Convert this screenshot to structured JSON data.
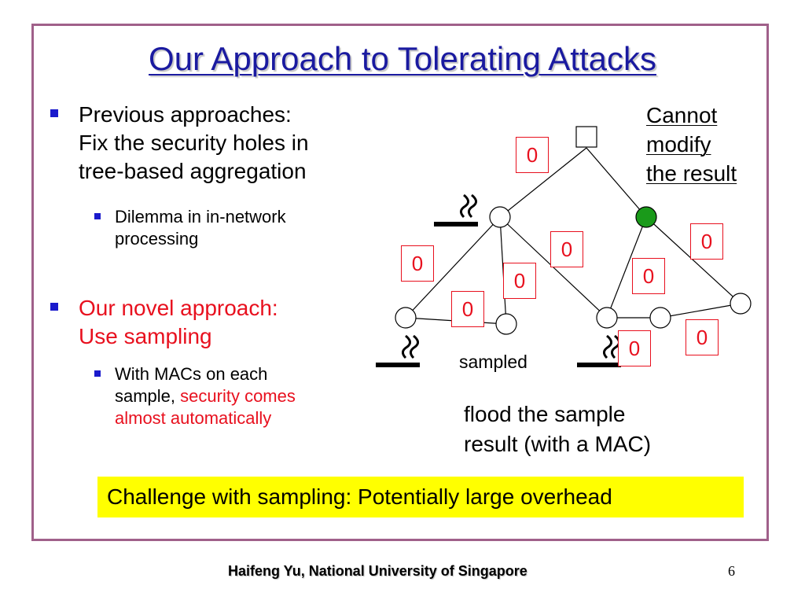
{
  "title": "Our Approach to Tolerating Attacks",
  "bullets": [
    {
      "lines": [
        "Previous approaches:",
        "Fix the security holes in",
        "tree-based aggregation"
      ]
    },
    {
      "lines": [
        "Our novel approach:",
        "Use sampling"
      ]
    }
  ],
  "subbullets": [
    {
      "lines": [
        "Dilemma in in-network",
        "processing"
      ]
    },
    {
      "lines_start": "With MACs on each",
      "line2_plain": "sample, ",
      "line2_red": "security comes",
      "line3_red": "almost automatically"
    }
  ],
  "diagram": {
    "note_lines": [
      "Cannot",
      "modify",
      "the result"
    ],
    "zero_label": "0",
    "sampled_label": "sampled",
    "flood_lines": [
      "flood the sample",
      "result (with a MAC)"
    ],
    "icons": [
      "smoking-icon"
    ],
    "colors": {
      "sampled_node": "#1a9a1a",
      "attacker_box": "#e8101e"
    }
  },
  "challenge": "Challenge with sampling: Potentially large overhead",
  "footer": "Haifeng Yu, National University of Singapore",
  "page_number": "6"
}
